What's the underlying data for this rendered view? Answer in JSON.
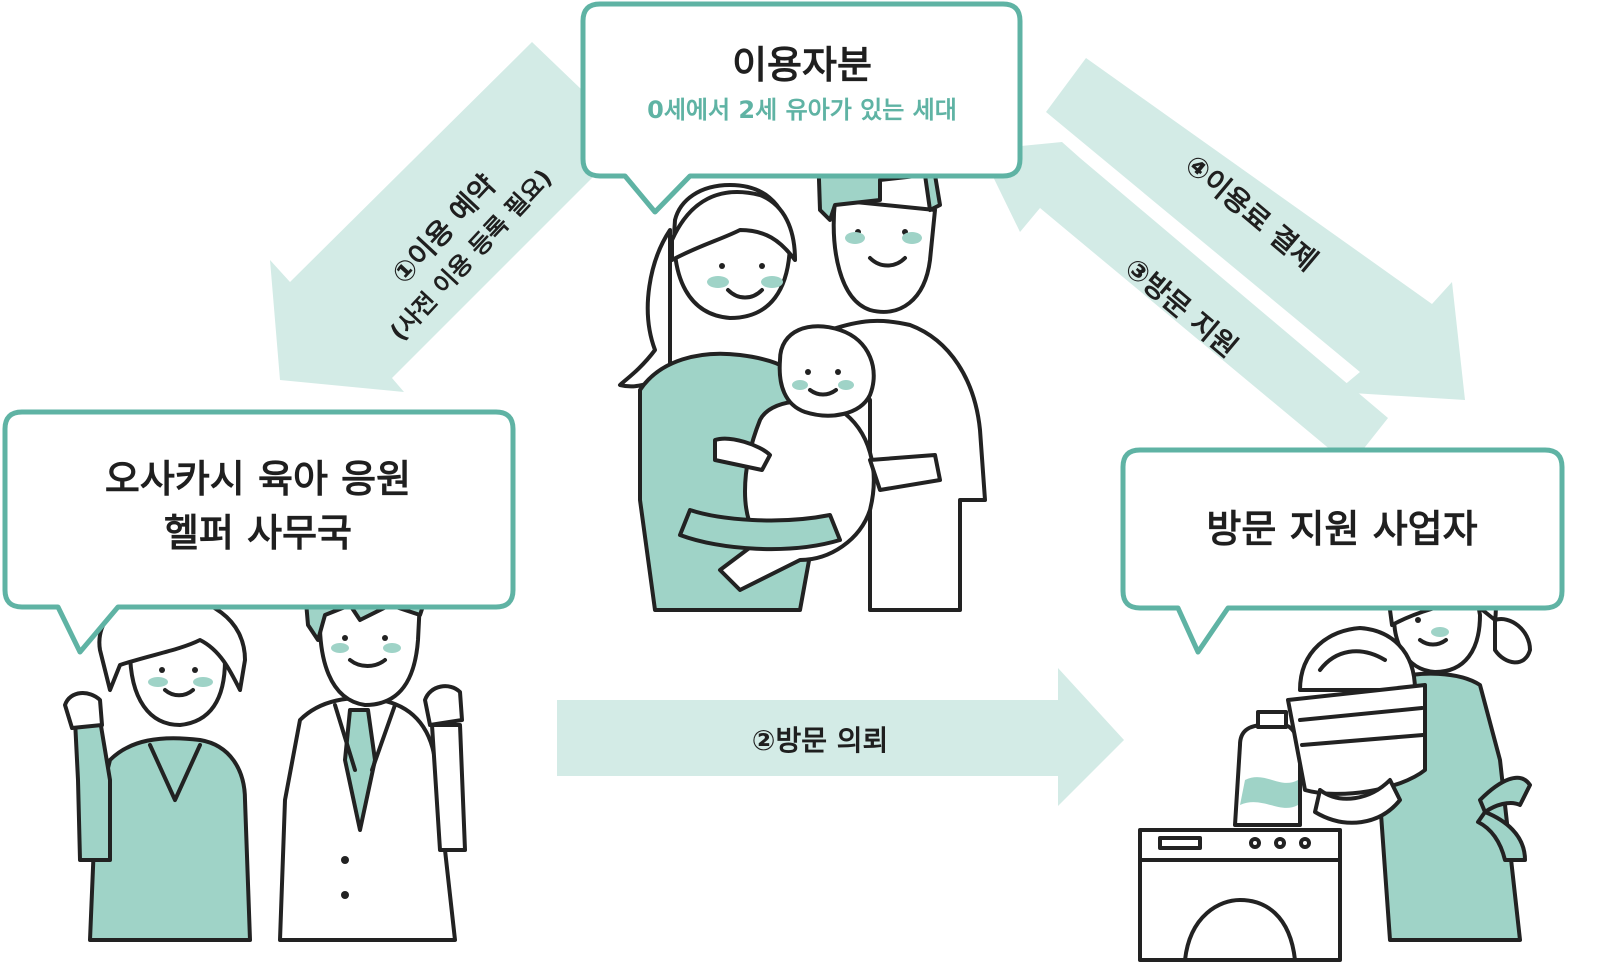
{
  "colors": {
    "teal": "#5fb3a4",
    "teal_light": "#d3ebe6",
    "teal_mid": "#a3d4c9",
    "ink": "#222222"
  },
  "users": {
    "title": "이용자분",
    "subtitle": "0세에서 2세 유아가 있는 세대"
  },
  "office": {
    "line1": "오사카시 육아 응원",
    "line2": "헬퍼 사무국"
  },
  "provider": {
    "title": "방문 지원 사업자"
  },
  "flows": {
    "step1_line1": "①이용 예약",
    "step1_line2": "(사전 이용 등록 필요)",
    "step2": "②방문 의뢰",
    "step3": "③방문 지원",
    "step4": "④이용료 결제"
  },
  "icons": [
    "family-illustration",
    "office-staff-illustration",
    "helper-laundry-illustration"
  ]
}
